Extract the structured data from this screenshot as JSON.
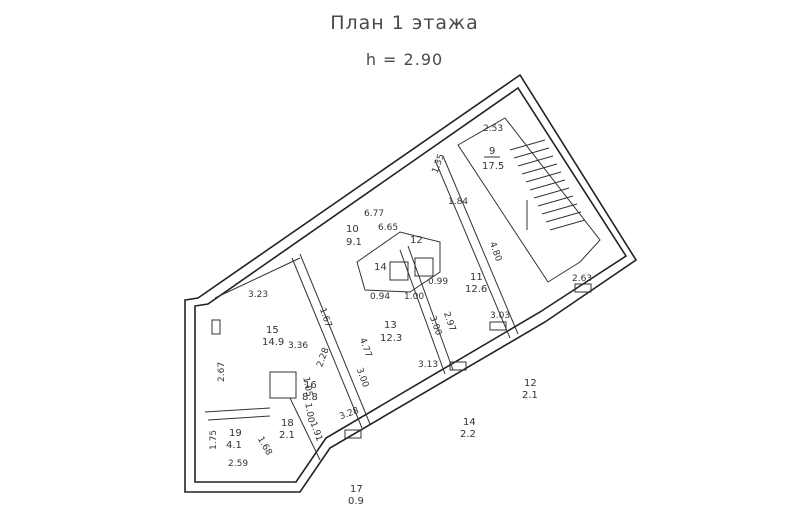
{
  "title": "План 1 этажа",
  "height_label": "h = 2.90",
  "rooms": [
    {
      "id": "9",
      "num": "9",
      "area": "17.5"
    },
    {
      "id": "10",
      "num": "10",
      "area": "9.1"
    },
    {
      "id": "11",
      "num": "11",
      "area": "12.6"
    },
    {
      "id": "12a",
      "num": "12",
      "area": ""
    },
    {
      "id": "12",
      "num": "12",
      "area": "2.1"
    },
    {
      "id": "13",
      "num": "13",
      "area": "12.3"
    },
    {
      "id": "14a",
      "num": "14",
      "area": ""
    },
    {
      "id": "14",
      "num": "14",
      "area": "2.2"
    },
    {
      "id": "15",
      "num": "15",
      "area": "14.9"
    },
    {
      "id": "16",
      "num": "16",
      "area": "8.8"
    },
    {
      "id": "17",
      "num": "17",
      "area": "0.9"
    },
    {
      "id": "18",
      "num": "18",
      "area": "2.1"
    },
    {
      "id": "19",
      "num": "19",
      "area": "4.1"
    }
  ],
  "dimensions": [
    "2.53",
    "1.35",
    "1.84",
    "6.77",
    "6.65",
    "4.80",
    "2.63",
    "3.23",
    "1.67",
    "0.94",
    "1.00",
    "0.99",
    "2.97",
    "3.03",
    "3.00",
    "4.77",
    "3.36",
    "2.28",
    "3.00",
    "3.13",
    "2.67",
    "1.05",
    "1.00",
    "3.28",
    "1.91",
    "1.75",
    "1.68",
    "2.59"
  ]
}
